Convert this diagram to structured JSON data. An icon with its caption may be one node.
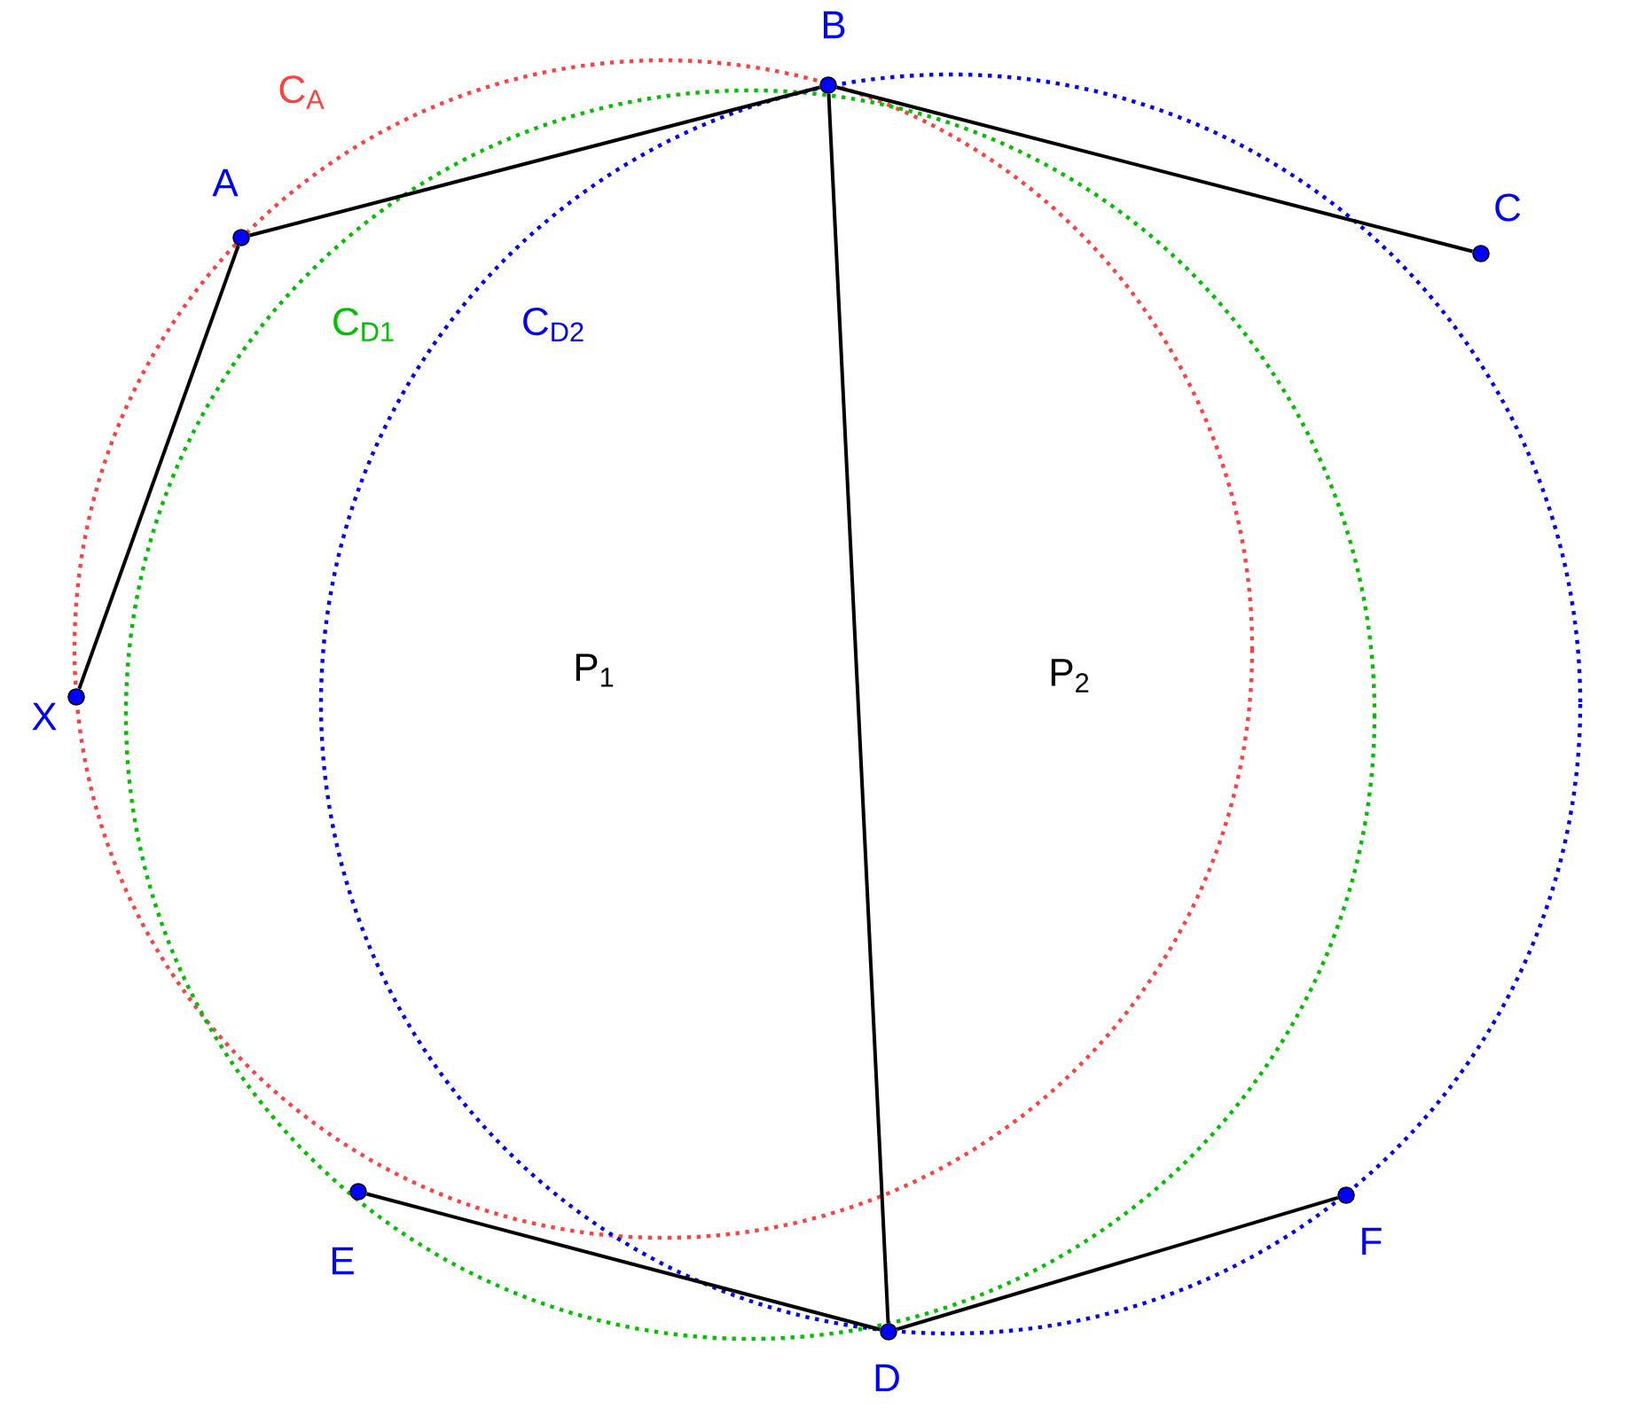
{
  "diagram": {
    "nodes": [
      {
        "text": [],
        "shape": "circle",
        "beside": [
          "X"
        ]
      },
      {
        "text": [],
        "shape": "circle",
        "beside": [
          "A"
        ]
      },
      {
        "text": [],
        "shape": "circle",
        "beside": [
          "B"
        ]
      },
      {
        "text": [],
        "shape": "circle",
        "beside": [
          "C"
        ]
      },
      {
        "text": [],
        "shape": "circle",
        "beside": [
          "E"
        ]
      },
      {
        "text": [],
        "shape": "circle",
        "beside": [
          "D"
        ]
      },
      {
        "text": [],
        "shape": "circle",
        "beside": [
          "F"
        ]
      }
    ],
    "edges": [
      {
        "from": 0,
        "to": 1,
        "arrow": "none"
      },
      {
        "from": 1,
        "to": 2,
        "arrow": "none"
      },
      {
        "from": 2,
        "to": 3,
        "arrow": "none"
      },
      {
        "from": 2,
        "to": 5,
        "arrow": "none"
      },
      {
        "from": 4,
        "to": 5,
        "arrow": "none"
      },
      {
        "from": 5,
        "to": 6,
        "arrow": "none"
      }
    ],
    "labels": [
      "C$_{A}$",
      "C$_{D1}$",
      "C$_{D2}$",
      "P$_{1}$",
      "P$_{2}$"
    ]
  }
}
